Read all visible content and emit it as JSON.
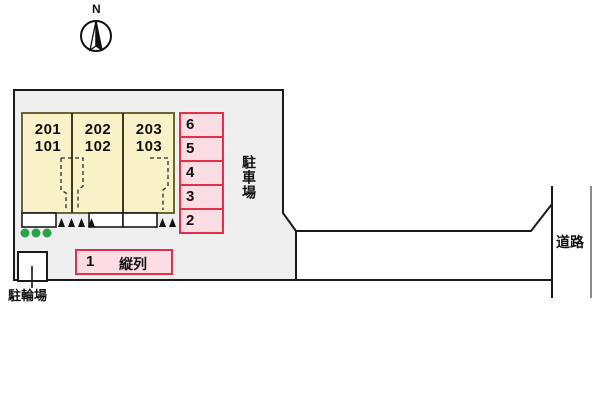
{
  "figure": {
    "kind": "site-layout-plan",
    "compass": {
      "label": "N",
      "icon": "compass-north-icon"
    }
  },
  "site": {
    "fill": "#efefef",
    "stroke": "#1a1a1a"
  },
  "building": {
    "fill": "#f9f2c8",
    "stroke": "#6b6535",
    "units": [
      {
        "upper": "201",
        "lower": "101"
      },
      {
        "upper": "202",
        "lower": "102"
      },
      {
        "upper": "203",
        "lower": "103"
      }
    ]
  },
  "parking": {
    "label": "駐車場",
    "stall_fill": "#fbdde3",
    "stall_stroke": "#e0304a",
    "stalls": [
      {
        "number": "6"
      },
      {
        "number": "5"
      },
      {
        "number": "4"
      },
      {
        "number": "3"
      },
      {
        "number": "2"
      }
    ],
    "tandem_stall": {
      "number": "1",
      "note": "縦列"
    }
  },
  "bicycle_parking": {
    "label": "駐輪場"
  },
  "road": {
    "label": "道路"
  },
  "greenery": {
    "color": "#27a348",
    "count": 3
  }
}
